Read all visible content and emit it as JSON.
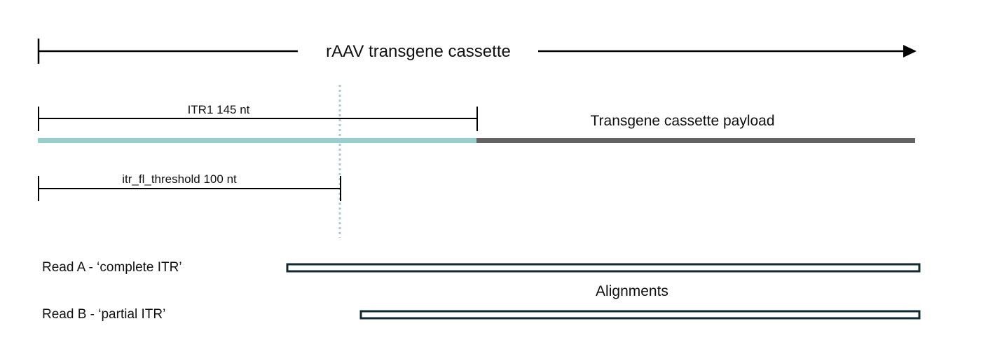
{
  "cassette": {
    "label": "rAAV transgene cassette"
  },
  "itr": {
    "label": "ITR1 145 nt",
    "color": "#96cfcc"
  },
  "payload": {
    "label": "Transgene cassette payload",
    "color": "#636363"
  },
  "threshold": {
    "label": "itr_fl_threshold 100 nt",
    "line_color": "#a9c8d3"
  },
  "reads": [
    {
      "label": "Read A - ‘complete ITR’"
    },
    {
      "label": "Read B  - ‘partial ITR’"
    }
  ],
  "alignments": {
    "label": "Alignments",
    "border_color": "#0f2a33"
  }
}
